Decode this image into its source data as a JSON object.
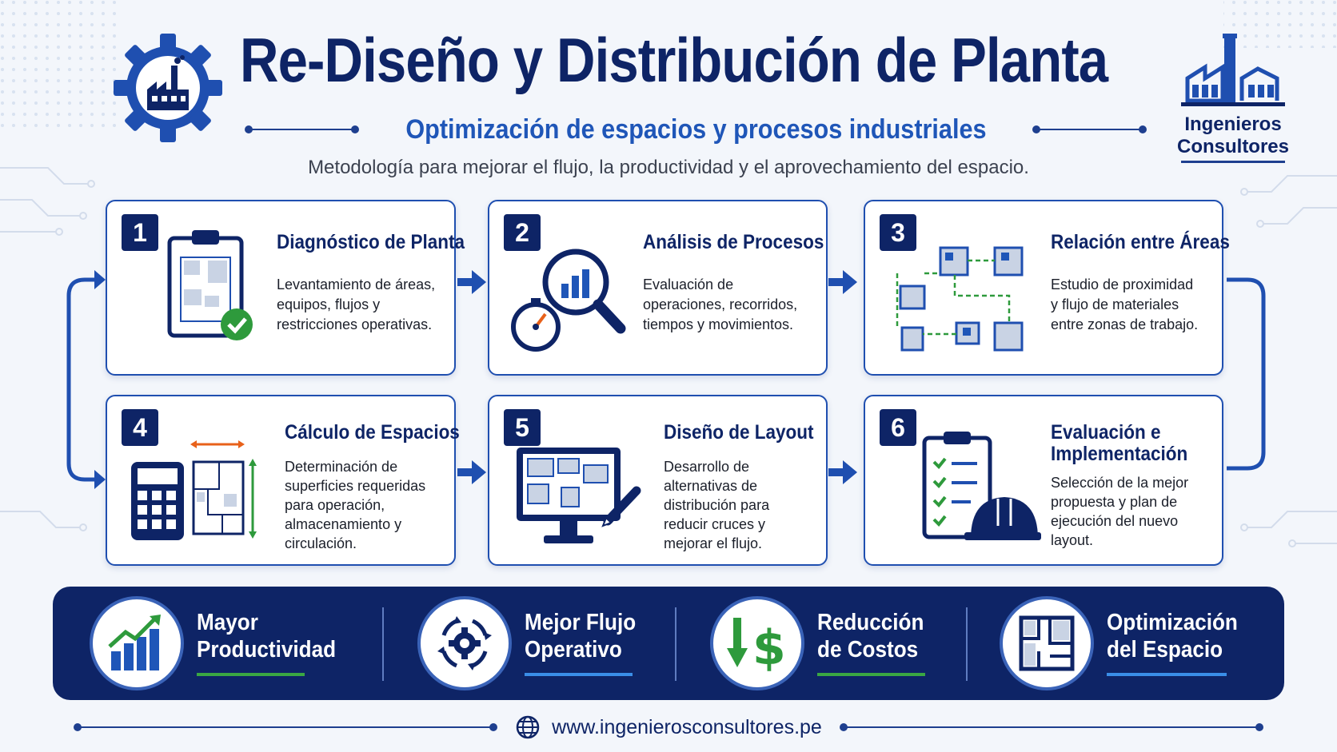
{
  "header": {
    "title": "Re-Diseño y Distribución de Planta",
    "subtitle": "Optimización de espacios y procesos industriales",
    "tagline": "Metodología para mejorar el flujo, la productividad y el aprovechamiento del espacio."
  },
  "brand": {
    "line1": "Ingenieros",
    "line2": "Consultores"
  },
  "steps": [
    {
      "number": "1",
      "title": "Diagnóstico de Planta",
      "description": "Levantamiento de áreas, equipos, flujos y restricciones operativas."
    },
    {
      "number": "2",
      "title": "Análisis de Procesos",
      "description": "Evaluación de operaciones, recorridos, tiempos y movimientos."
    },
    {
      "number": "3",
      "title": "Relación entre Áreas",
      "description": "Estudio de proximidad y flujo de materiales entre zonas de trabajo."
    },
    {
      "number": "4",
      "title": "Cálculo de Espacios",
      "description": "Determinación de superficies requeridas para operación, almacenamiento y circulación."
    },
    {
      "number": "5",
      "title": "Diseño de Layout",
      "description": "Desarrollo de alternativas de distribución para reducir cruces y mejorar el flujo."
    },
    {
      "number": "6",
      "title": "Evaluación e Implementación",
      "description": "Selección de la mejor propuesta y plan de ejecución del nuevo layout."
    }
  ],
  "benefits": [
    {
      "line1": "Mayor",
      "line2": "Productividad",
      "icon": "growth-chart-icon",
      "accent": "#3aa843"
    },
    {
      "line1": "Mejor Flujo",
      "line2": "Operativo",
      "icon": "gear-cycle-icon",
      "accent": "#3a8ee8"
    },
    {
      "line1": "Reducción",
      "line2": "de Costos",
      "icon": "cost-down-icon",
      "accent": "#3aa843"
    },
    {
      "line1": "Optimización",
      "line2": "del Espacio",
      "icon": "floor-plan-icon",
      "accent": "#3a8ee8"
    }
  ],
  "footer": {
    "url": "www.ingenierosconsultores.pe"
  },
  "colors": {
    "navy": "#0e2466",
    "blue": "#1f56b8",
    "green": "#3aa843",
    "orange": "#e8611a"
  }
}
